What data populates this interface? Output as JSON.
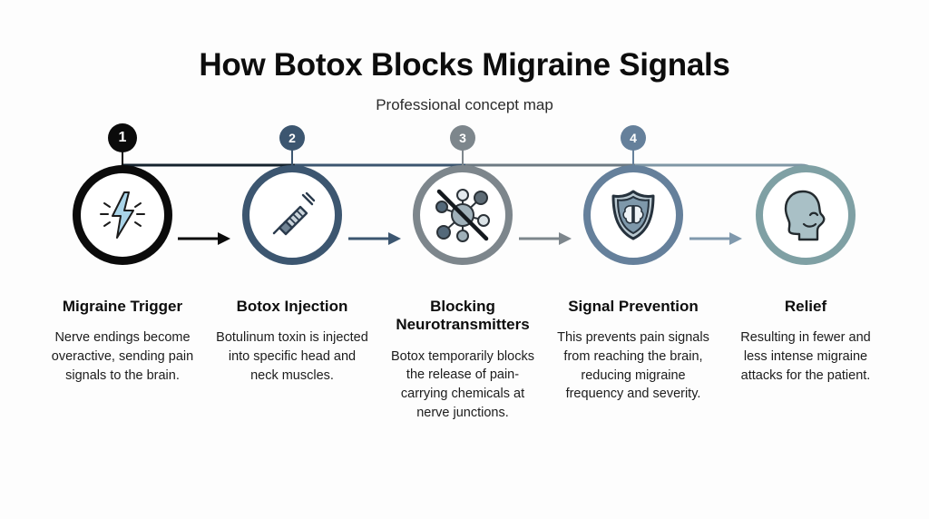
{
  "header": {
    "title": "How Botox Blocks Migraine Signals",
    "subtitle": "Professional concept map"
  },
  "background_color": "#fdfdfd",
  "nodes": [
    {
      "badge": "1",
      "heading": "Migraine Trigger",
      "description": "Nerve endings become overactive, sending pain signals to the brain.",
      "icon": "lightning-bolt-icon",
      "ring_color": "#0b0b0b",
      "badge_color": "#0b0b0b",
      "icon_fill": "#a9d4e8",
      "icon_stroke": "#1b1b1b"
    },
    {
      "badge": "2",
      "heading": "Botox Injection",
      "description": "Botulinum toxin is injected into specific head and neck muscles.",
      "icon": "syringe-icon",
      "ring_color": "#3c5670",
      "badge_color": "#3c5670",
      "icon_fill": "#c9d3da",
      "icon_stroke": "#2b3b4d"
    },
    {
      "badge": "3",
      "heading": "Blocking Neurotransmitters",
      "description": "Botox temporarily blocks the release of pain-carrying chemicals at nerve junctions.",
      "icon": "blocked-neurotransmitter-icon",
      "ring_color": "#7d868c",
      "badge_color": "#7d868c",
      "icon_fill": "#9fb0b9",
      "icon_stroke": "#2b3238"
    },
    {
      "badge": "4",
      "heading": "Signal Prevention",
      "description": "This prevents pain signals from reaching the brain, reducing migraine frequency and severity.",
      "icon": "brain-shield-icon",
      "ring_color": "#65809b",
      "badge_color": "#65809b",
      "icon_fill": "#8ba3b4",
      "icon_stroke": "#26323d"
    },
    {
      "badge": "",
      "heading": "Relief",
      "description": "Resulting in fewer and less intense migraine attacks for the patient.",
      "icon": "calm-head-profile-icon",
      "ring_color": "#7fa0a4",
      "badge_color": "#7fa0a4",
      "icon_fill": "#a9c0c6",
      "icon_stroke": "#232a2e"
    }
  ],
  "arrows": [
    {
      "name": "arrow-1-to-2",
      "color": "#0b0b0b"
    },
    {
      "name": "arrow-2-to-3",
      "color": "#3c5670"
    },
    {
      "name": "arrow-3-to-4",
      "color": "#7d868c"
    },
    {
      "name": "arrow-4-to-5",
      "color": "#8099ad"
    }
  ],
  "rail": {
    "name": "top-connector-rail",
    "color": "#7f97a5"
  }
}
